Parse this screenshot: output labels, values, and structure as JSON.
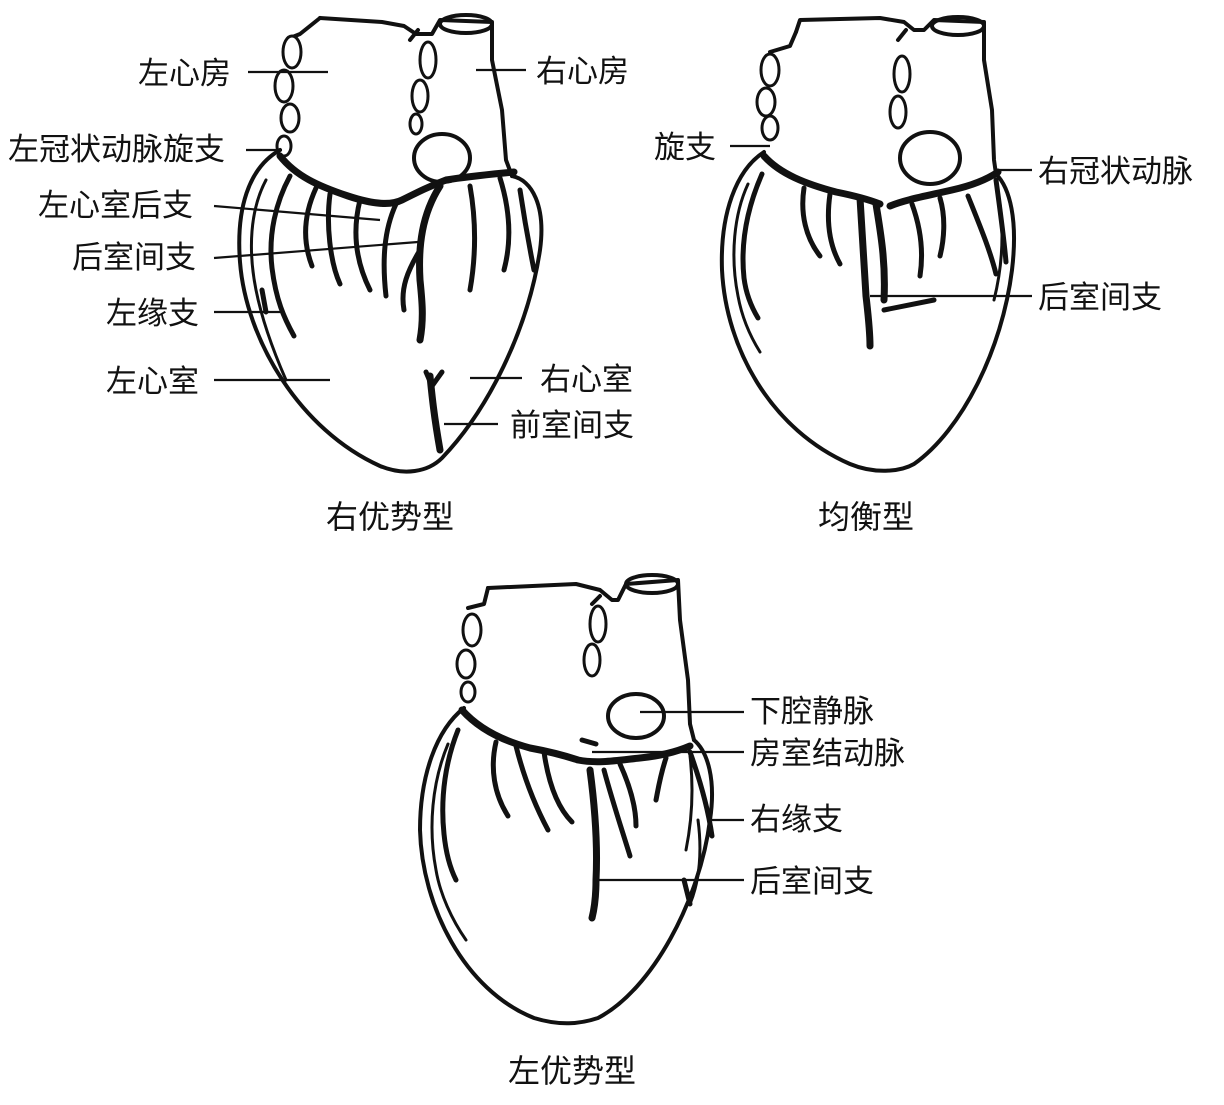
{
  "diagrams": {
    "right_dominant": {
      "caption": "右优势型",
      "labels": {
        "left_atrium": "左心房",
        "right_atrium": "右心房",
        "circumflex": "左冠状动脉旋支",
        "lv_posterior_branch": "左心室后支",
        "posterior_interventricular": "后室间支",
        "left_marginal": "左缘支",
        "left_ventricle": "左心室",
        "right_ventricle": "右心室",
        "anterior_interventricular": "前室间支"
      }
    },
    "balanced": {
      "caption": "均衡型",
      "labels": {
        "circumflex": "旋支",
        "right_coronary": "右冠状动脉",
        "posterior_interventricular": "后室间支"
      }
    },
    "left_dominant": {
      "caption": "左优势型",
      "labels": {
        "inferior_vena_cava": "下腔静脉",
        "av_nodal_artery": "房室结动脉",
        "right_marginal": "右缘支",
        "posterior_interventricular": "后室间支"
      }
    }
  }
}
